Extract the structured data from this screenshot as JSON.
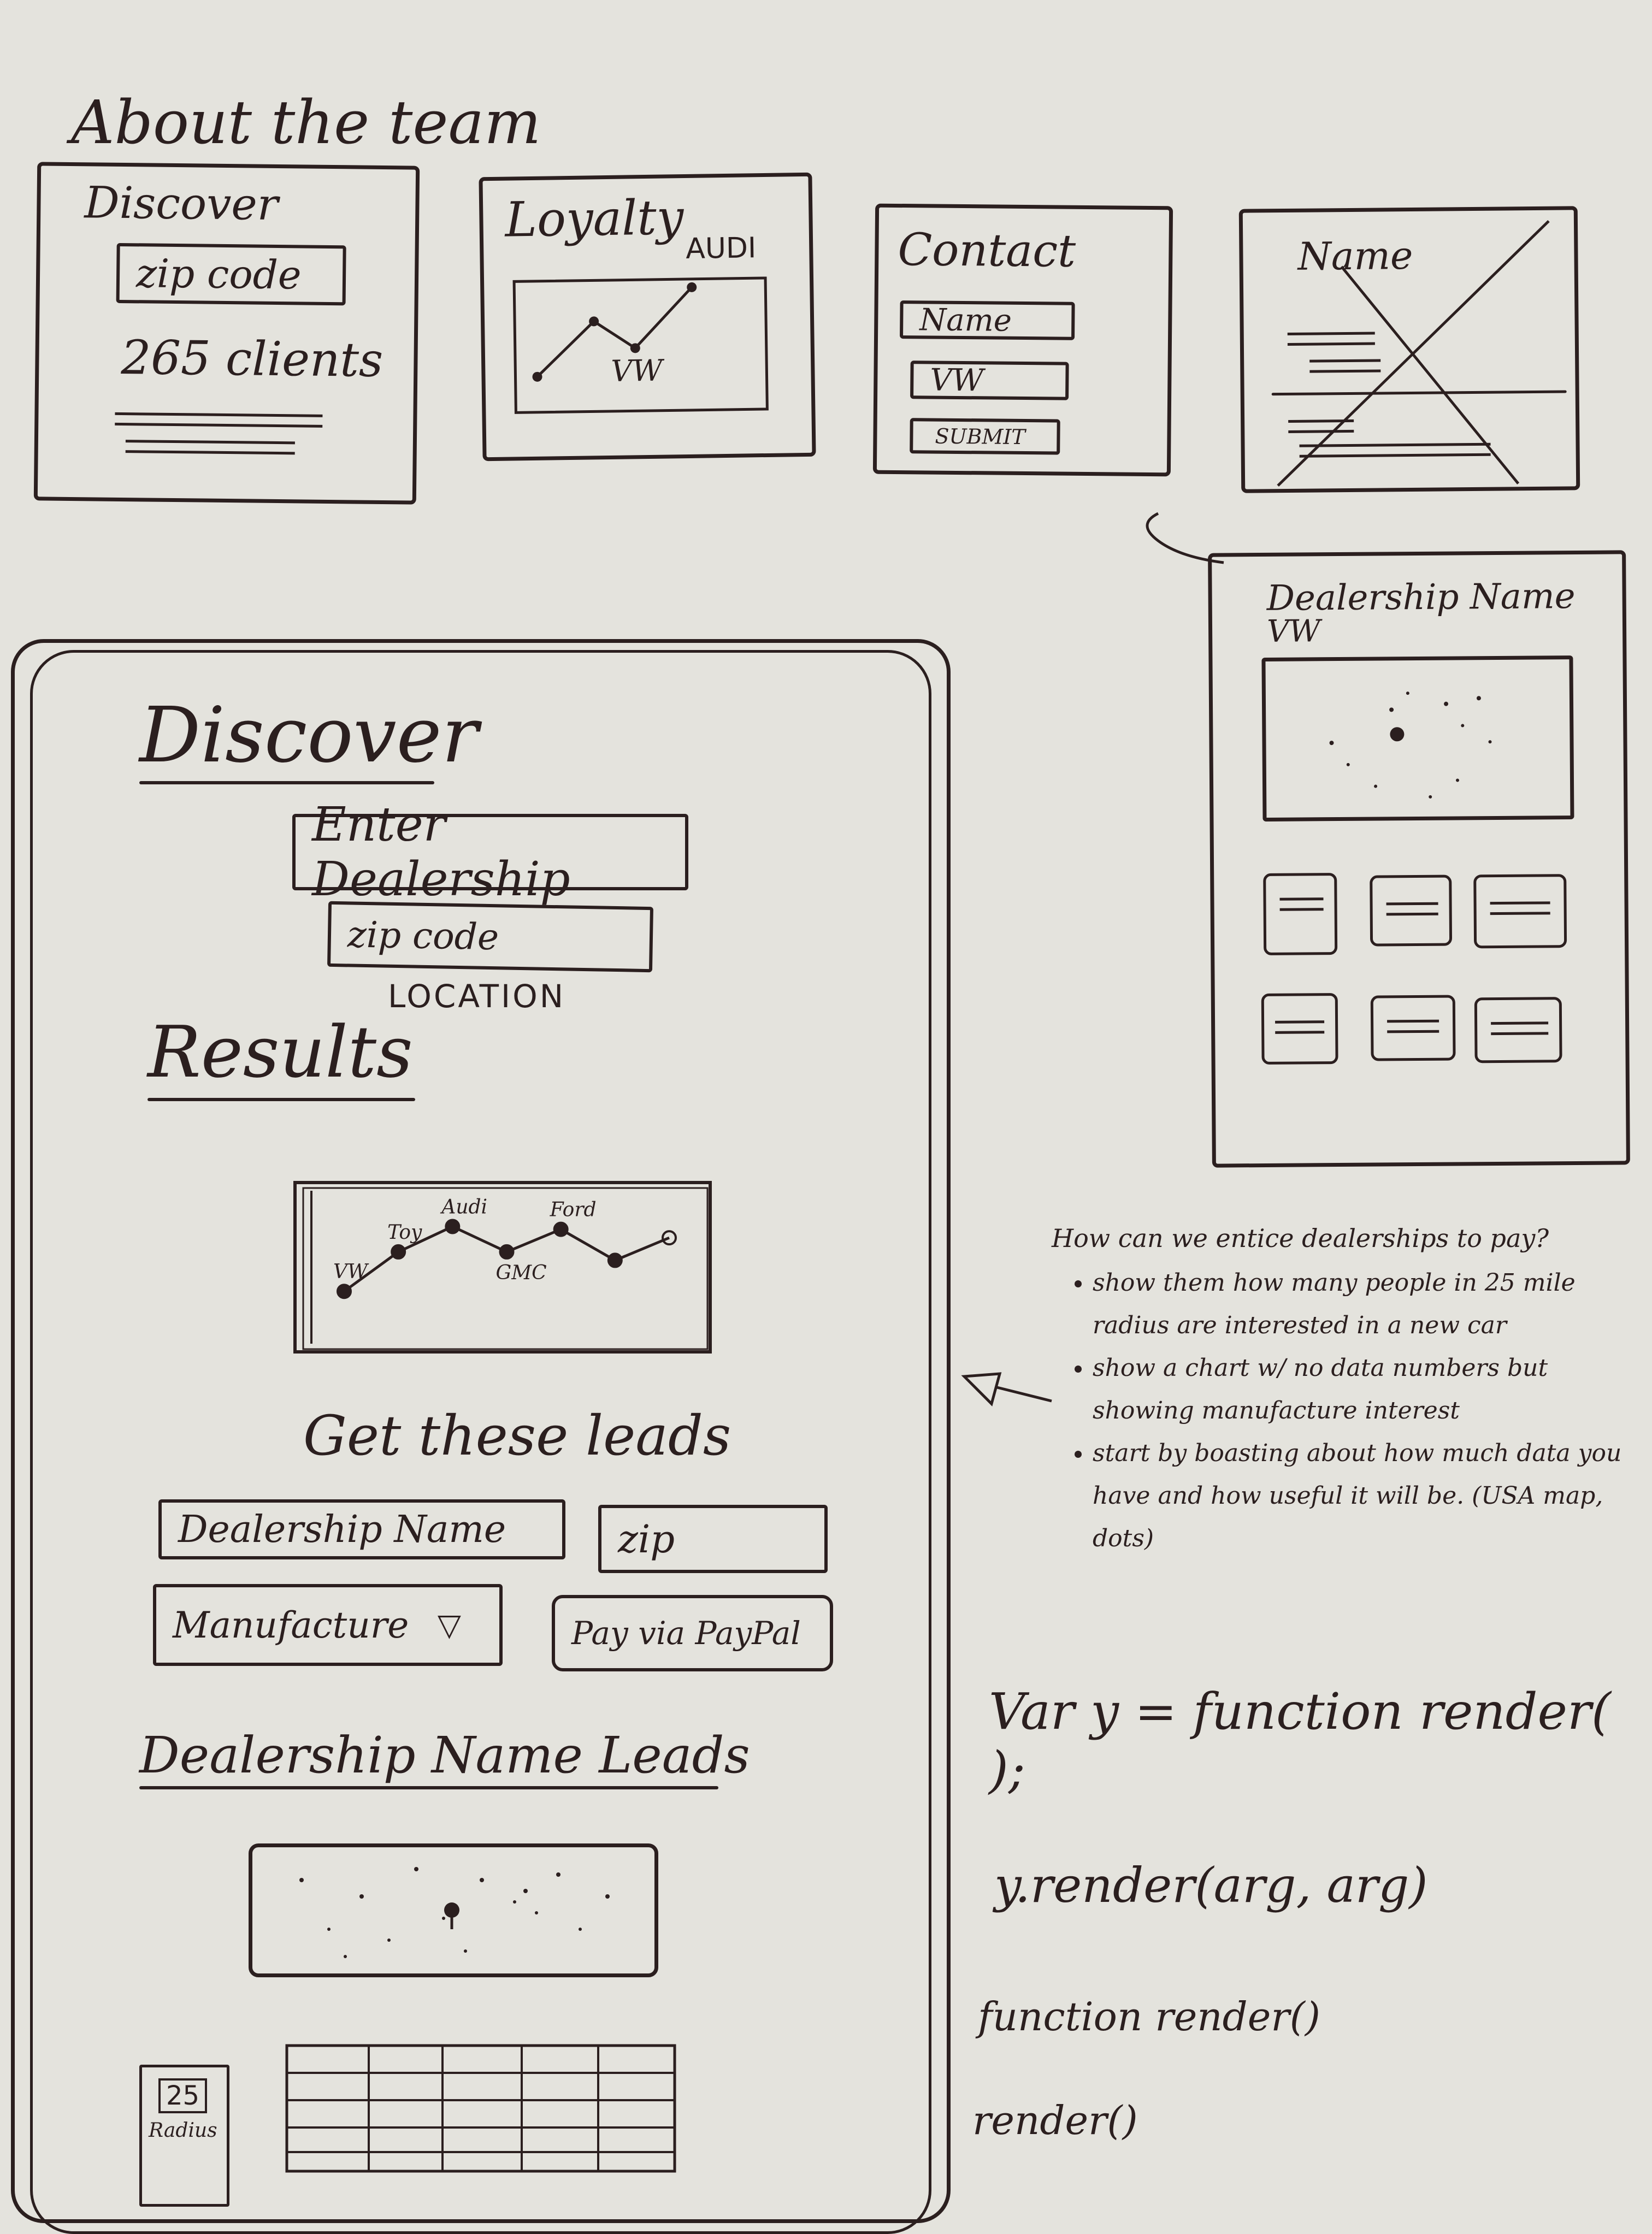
{
  "page_title": "About the team",
  "cards": {
    "discover": {
      "title": "Discover",
      "zip_label": "zip code",
      "count_text": "265 clients"
    },
    "loyalty": {
      "title": "Loyalty",
      "series_labels": [
        "AUDI",
        "VW"
      ]
    },
    "contact": {
      "title": "Contact",
      "name_field": "Name",
      "brand_field": "VW",
      "submit_label": "SUBMIT"
    },
    "name_card": {
      "title": "Name"
    }
  },
  "main": {
    "discover_heading": "Discover",
    "enter_dealership_placeholder": "Enter Dealership",
    "zip_placeholder": "zip code",
    "location_label": "LOCATION",
    "results_heading": "Results",
    "leads_heading": "Get these leads",
    "form": {
      "dealership_name_placeholder": "Dealership Name",
      "zip_placeholder": "zip",
      "manufacture_select": "Manufacture",
      "pay_button": "Pay via PayPal"
    },
    "dealership_leads_heading": "Dealership Name Leads",
    "radius": {
      "value": "25",
      "label": "Radius"
    }
  },
  "chart_data": {
    "type": "line",
    "categories": [
      "VW",
      "Toy",
      "Audi",
      "GMC",
      "Ford",
      "",
      ""
    ],
    "values": [
      1,
      2.4,
      3.3,
      2.4,
      3.2,
      2.1,
      2.9
    ],
    "title": "",
    "xlabel": "",
    "ylabel": "",
    "point_labels": [
      "VW",
      "Toy",
      "Audi",
      "GMC",
      "Ford",
      "",
      ""
    ]
  },
  "dealership_panel": {
    "title": "Dealership Name",
    "subtitle": "VW"
  },
  "notes": {
    "question": "How can we entice dealerships to pay?",
    "bullets": [
      "show them how many people in 25 mile radius are interested in a new car",
      "show a chart w/ no data numbers but showing manufacture interest",
      "start by boasting about how much data you have and how useful it will be. (USA map, dots)"
    ]
  },
  "code": {
    "line1": "Var y = function render( );",
    "line2": "y.render(arg, arg)",
    "line3": "function render()",
    "line4": "render()"
  },
  "colors": {
    "paper": "#e4e3dd",
    "ink": "#2b1f1f"
  }
}
